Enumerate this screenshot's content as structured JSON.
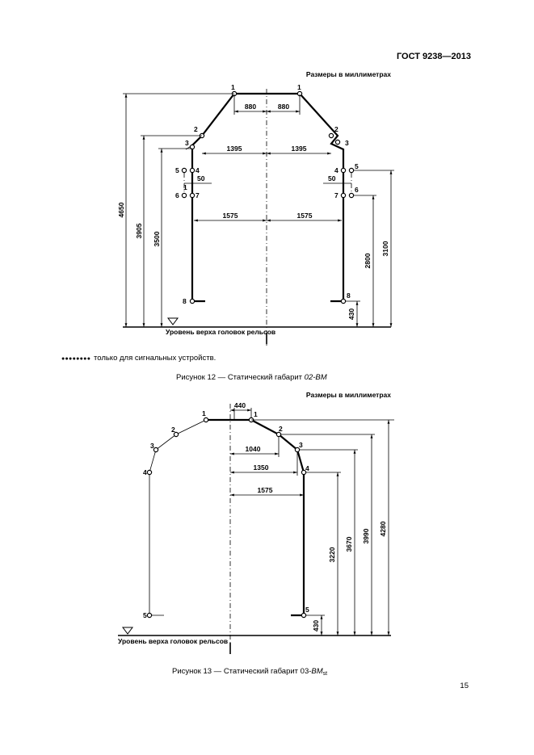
{
  "header": {
    "standard": "ГОСТ 9238—2013"
  },
  "page_number": "15",
  "fig12": {
    "units_note": "Размеры в миллиметрах",
    "caption_prefix": "Рисунок 12 — Статический габарит ",
    "caption_name": "02-ВМ",
    "footnote_marks": "●●●●●●●●",
    "footnote_text": "только для сигнальных устройств.",
    "rail_level": "Уровень верха головок рельсов",
    "dims": {
      "h_880_left": "880",
      "h_880_right": "880",
      "h_1395_left": "1395",
      "h_1395_right": "1395",
      "h_1575_left": "1575",
      "h_1575_right": "1575",
      "h_50_left": "50",
      "h_50_right": "50",
      "v_4650": "4650",
      "v_3905": "3905",
      "v_3500": "3500",
      "v_3100": "3100",
      "v_2800": "2800",
      "v_430": "430"
    },
    "points": {
      "p1": "1",
      "p2": "2",
      "p3": "3",
      "p4": "4",
      "p5": "5",
      "p6": "6",
      "p7": "7",
      "p8": "8",
      "p_small": "1"
    }
  },
  "fig13": {
    "units_note": "Размеры в миллиметрах",
    "caption_prefix": "Рисунок 13 — Статический габарит 03-",
    "caption_name": "ВМ",
    "caption_sub": "st",
    "rail_level": "Уровень верха головок рельсов",
    "dims": {
      "h_440": "440",
      "h_1040": "1040",
      "h_1350": "1350",
      "h_1575": "1575",
      "v_3220": "3220",
      "v_3670": "3670",
      "v_3990": "3990",
      "v_4280": "4280",
      "v_430": "430"
    },
    "points": {
      "p1": "1",
      "p2": "2",
      "p3": "3",
      "p4": "4",
      "p5": "5"
    }
  }
}
